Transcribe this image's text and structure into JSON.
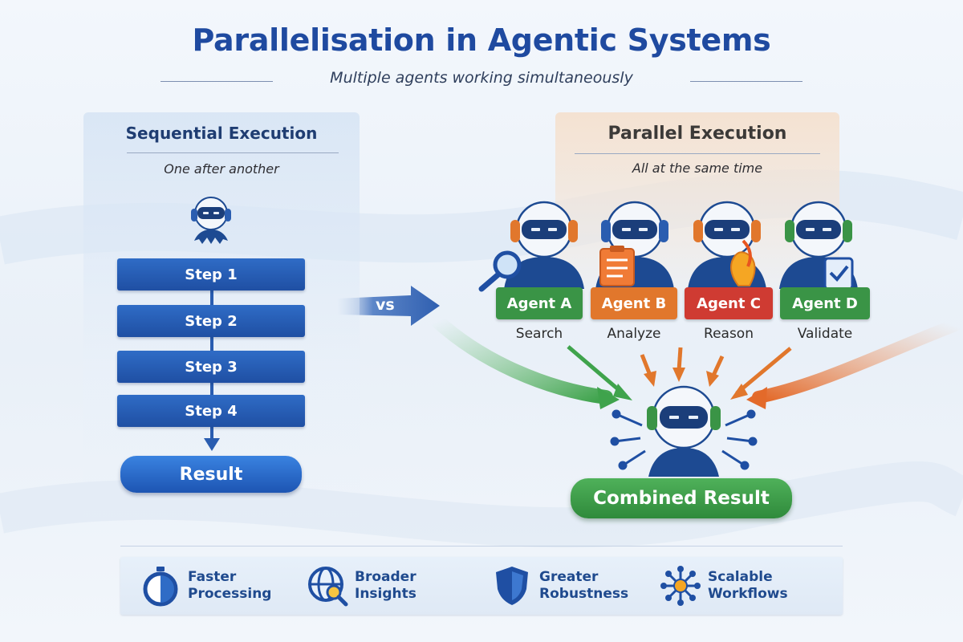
{
  "title": "Parallelisation in Agentic Systems",
  "subtitle": "Multiple agents working simultaneously",
  "sequential": {
    "heading": "Sequential Execution",
    "note": "One after another",
    "steps": [
      "Step 1",
      "Step 2",
      "Step 3",
      "Step 4"
    ],
    "result": "Result"
  },
  "versus": "vs",
  "parallel": {
    "heading": "Parallel Execution",
    "note": "All at the same time",
    "agents": [
      {
        "label": "Agent A",
        "role": "Search",
        "color": "#3a9446",
        "icon": "magnifier-icon"
      },
      {
        "label": "Agent B",
        "role": "Analyze",
        "color": "#e1772c",
        "icon": "clipboard-icon"
      },
      {
        "label": "Agent C",
        "role": "Reason",
        "color": "#cf3b32",
        "icon": "lightbulb-icon"
      },
      {
        "label": "Agent D",
        "role": "Validate",
        "color": "#3a9446",
        "icon": "checklist-icon"
      }
    ],
    "combined": "Combined Result"
  },
  "benefits": [
    {
      "label1": "Faster",
      "label2": "Processing",
      "icon": "stopwatch-icon"
    },
    {
      "label1": "Broader",
      "label2": "Insights",
      "icon": "globe-search-icon"
    },
    {
      "label1": "Greater",
      "label2": "Robustness",
      "icon": "shield-icon"
    },
    {
      "label1": "Scalable",
      "label2": "Workflows",
      "icon": "network-icon"
    }
  ],
  "colors": {
    "primary_blue": "#1f4fa3",
    "green": "#3a9446",
    "orange": "#e1772c",
    "red": "#cf3b32"
  }
}
